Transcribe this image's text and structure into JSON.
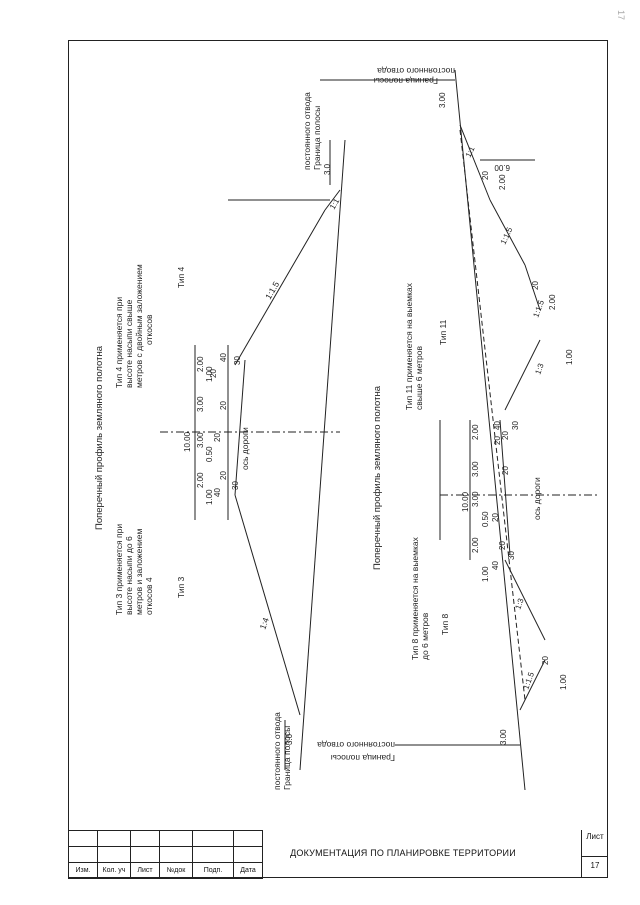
{
  "page": {
    "corner_mark": "17"
  },
  "top_block": {
    "heading": "Поперечный профиль земляного полотна",
    "type3_label": "Тип 3",
    "type3_note_1": "Тип 3 применяется при",
    "type3_note_2": "высоте насыпи до 6",
    "type3_note_3": "метров и заложением",
    "type3_note_4": "откосов 4",
    "type4_label": "Тип 4",
    "type4_note_1": "Тип 4 применяется при",
    "type4_note_2": "высоте насыпи свыше",
    "type4_note_3": "метров с двойным заложением",
    "type4_note_4": "откосов",
    "slope_1_4": "1:4",
    "slope_1_15": "1:1.5",
    "slope_1_1": "1:1",
    "axis": "ось дороги",
    "boundary_left": "Граница полосы",
    "allotment_left": "постоянного отвода",
    "boundary_right": "Граница полосы",
    "allotment_right": "постоянного отвода",
    "dim_left_30": "3.0",
    "dim_right_30": "3.0",
    "dims": {
      "total": "10.00",
      "d1": "2.00",
      "d2": "3.00",
      "d3": "3.00",
      "d4": "2.00",
      "d5": "1.00",
      "d6": "0.50",
      "d7": "1.00",
      "p40a": "40",
      "p20a": "20",
      "p30a": "30",
      "p20b": "20",
      "p20c": "20",
      "p20d": "20",
      "p40b": "40",
      "p30b": "30"
    }
  },
  "bottom_block": {
    "heading": "Поперечный профиль земляного полотна",
    "type8_label": "Тип 8",
    "type8_note_1": "Тип 8 применяется на выемках",
    "type8_note_2": "до 6 метров",
    "type11_label": "Тип 11",
    "type11_note_1": "Тип 11 применяется на выемках",
    "type11_note_2": "свыше 6 метров",
    "axis": "ось дороги",
    "boundary_left": "Граница полосы",
    "allotment_left": "постоянного отвода",
    "boundary_right": "Граница полосы",
    "allotment_right": "постоянного отвода",
    "slope_1_15a": "1:1.5",
    "slope_1_3a": "1:3",
    "slope_1_3b": "1:3",
    "slope_1_15b": "1:1.5",
    "slope_1_15c": "1:1.5",
    "slope_1_1": "1:1",
    "dims": {
      "total": "10.00",
      "d1": "2.00",
      "d2": "3.00",
      "d3": "3.00",
      "d4": "2.00",
      "d5": "1.00",
      "d6": "0.50",
      "left_100": "1.00",
      "left_300": "3.00",
      "right_100": "1.00",
      "right_200a": "2.00",
      "right_200b": "2.00",
      "right_600": "6.00",
      "right_300": "3.00",
      "p20a": "20",
      "p20b": "20",
      "p20c": "20",
      "p40a": "40",
      "p20d": "20",
      "p30a": "30",
      "p20e": "20",
      "p40b": "40",
      "p20f": "20",
      "p20g": "20",
      "p20h": "20",
      "p30b": "30"
    }
  },
  "stamp": {
    "col_izm": "Изм.",
    "col_kol": "Кол. уч",
    "col_list": "Лист",
    "col_ndok": "№док",
    "col_podp": "Подп.",
    "col_data": "Дата",
    "title": "ДОКУМЕНТАЦИЯ ПО ПЛАНИРОВКЕ ТЕРРИТОРИИ",
    "sheet_label": "Лист",
    "sheet_number": "17"
  }
}
